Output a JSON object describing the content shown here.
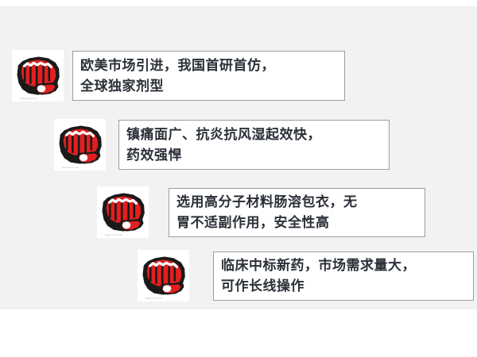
{
  "slide": {
    "background_color": "#f2f2f2",
    "page_color": "#ffffff",
    "text_color": "#2b3038",
    "box_border_color": "#9d9d9d",
    "accent_color": "#e31f1f",
    "outline_color": "#1a1a1a",
    "icon_name": "red-fist-icon",
    "icon_watermark": "www.nipic.com"
  },
  "bullets": [
    {
      "index": "1",
      "icon": "red-fist-icon",
      "text": "欧美市场引进，我国首研首仿，\n全球独家剂型"
    },
    {
      "index": "2",
      "icon": "red-fist-icon",
      "text": "镇痛面广、抗炎抗风湿起效快，\n药效强悍"
    },
    {
      "index": "3",
      "icon": "red-fist-icon",
      "text": "选用高分子材料肠溶包衣，无\n胃不适副作用，安全性高"
    },
    {
      "index": "4",
      "icon": "red-fist-icon",
      "text": "临床中标新药，市场需求量大，\n可作长线操作"
    }
  ]
}
